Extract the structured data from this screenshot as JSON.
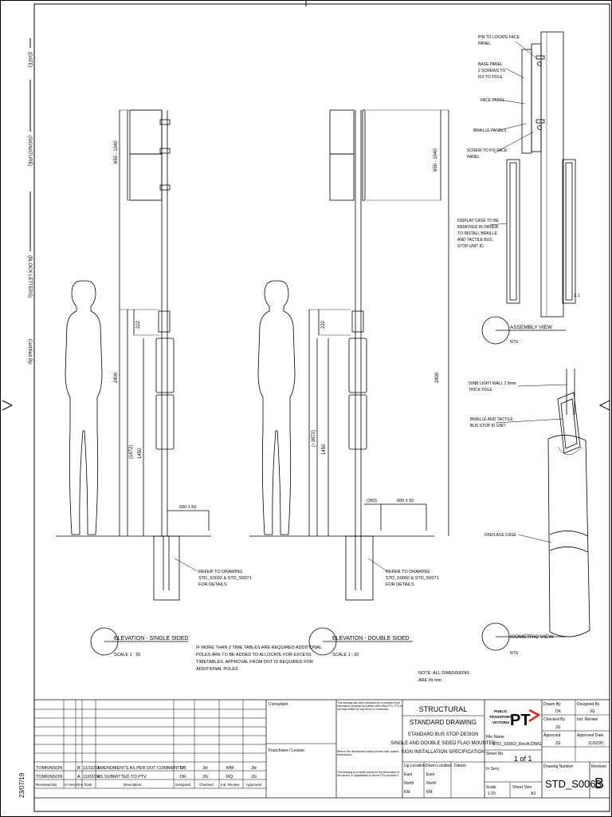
{
  "margin": {
    "date_label": "(DATE)",
    "signature_label": "(SIGNATURE)",
    "block_letters_label": "(BLOCK LETTERS)",
    "certified_by": "Certified By:",
    "date_stamp": "23/07/19"
  },
  "elevation_single": {
    "dim_top": "650 - 1040",
    "dim_total": "2400",
    "dim_222": "222",
    "dim_1672": "(1672)",
    "dim_1450": "1450",
    "dim_600": "600 ± 50",
    "refer_1": "REFER TO DRAWING",
    "refer_2": "STD_S0032 & STD_S0071",
    "refer_3": "FOR DETAILS",
    "title": "ELEVATION - SINGLE SIDED",
    "scale": "SCALE 1 : 20"
  },
  "elevation_double": {
    "dim_top": "650 - 1040",
    "dim_total": "2400",
    "dim_222": "222",
    "dim_1672": "(~1672)",
    "dim_1450": "1450",
    "dim_260": "(260)",
    "dim_600": "600 ± 50",
    "refer_1": "REFER TO DRAWING",
    "refer_2": "STD_S0060 & STD_S0071",
    "refer_3": "FOR DETAILS",
    "title": "ELEVATION - DOUBLE SIDED",
    "scale": "SCALE 1 : 20"
  },
  "assembly": {
    "pin": [
      "PIN TO LOCATE FACE",
      "PANEL"
    ],
    "base_panel": [
      "BASE PANEL",
      "2 SCREWS TO",
      "FIX TO POLE"
    ],
    "face_panel": "FACE PANEL",
    "braille_panels": "BRAILLE PANELS",
    "screw": [
      "SCREW TO FIX FACE",
      "PANEL"
    ],
    "display_case": [
      "DISPLAY CASE TO BE",
      "REMOVED IN ORDER",
      "TO INSTALL BRAILLE",
      "AND TACTILE BUS",
      "STOP UNIT ID"
    ],
    "x1": "X 1",
    "title": "ASSEMBLY VIEW",
    "nts": "NTS"
  },
  "isometric": {
    "pole": [
      "50NB LIGHT WALL 2.9mm",
      "THICK POLE"
    ],
    "braille": [
      "BRAILLE AND TACTILE",
      "BUS STOP ID UNIT"
    ],
    "display_case": "DISPLACE CASE",
    "title": "ISOMETRIC VIEW",
    "nts": "NTS"
  },
  "notes": {
    "additional": [
      "IF MORE THAN 2 TIME TABLES ARE REQUIRED ADDITIONAL",
      "POLES ARE TO BE ADDED TO ALLOCATE FOR EXCESS",
      "TIMETABLES. APPROVAL FROM DOT IS REQUIRED FOR",
      "ADDITIONAL POLES"
    ],
    "dimensions": [
      "NOTE: ALL DIMENSIONS",
      "ARE IN mm"
    ]
  },
  "title_block": {
    "rows": [
      {
        "name": "TOMKINSON",
        "rev": "B",
        "date": "11/10/21",
        "desc": "AMENDMENTS AS PER DOT COMMENTS",
        "designed": "DB",
        "checked": "JH",
        "ind_review": "MM",
        "approved": "JH"
      },
      {
        "name": "TOMKINSON",
        "rev": "A",
        "date": "11/02/20",
        "desc": "AS SUBMITTED TO PTV",
        "designed": "DK",
        "checked": "JG",
        "ind_review": "RQ",
        "approved": "JG"
      }
    ],
    "headers": [
      "Reviewed By",
      "In Serv.",
      "Rev.",
      "Date",
      "Description",
      "Designed",
      "Checked",
      "Ind. Review",
      "Approved"
    ],
    "consultant": "Consultant",
    "franchisee": "Franchisee / Lessee",
    "disclaimer_a": "This drawing has been prepared by or provided from information provided by parties other than PTV. PTV is not responsible for any errors or omissions.",
    "disclaimer_b": "Where the dimensions below prevail over scaled dimensions.",
    "disclaimer_c": "This drawing is provided solely for the information of the person or organisation to whom PTV provides it.",
    "structural": "STRUCTURAL",
    "standard_drawing": "STANDARD DRAWING",
    "design_1": "STANDARD BUS STOP DESIGN",
    "design_2": "SINGLE AND DOUBLE SIDED FLAG MOUNTED",
    "design_3": "SIGN INSTALLATION SPECIFICATION",
    "up_location": "Up Location",
    "down_location": "Down Location",
    "datum": "Datum",
    "east": "East",
    "north": "North",
    "km": "KM",
    "logo_text": [
      "PUBLIC",
      "TRANSPORT",
      "VICTORIA"
    ],
    "logo_mark": "PT",
    "drawn_by_label": "Drawn By",
    "drawn_by": "DK",
    "designed_by_label": "Designed By",
    "designed_by": "JG",
    "checked_by_label": "Checked By",
    "checked_by": "JG",
    "ind_review_label": "Ind. Review",
    "approved_label": "Approved",
    "approved": "JG",
    "approved_date_label": "Approved Date",
    "approved_date": "11/02/20",
    "file_name_label": "File Name",
    "file_name": "STD_S0063_RevA.DWG",
    "sheet_no_label": "Sheet No.",
    "sheet_no": "1 of 1",
    "in_serv_label": "In Serv.",
    "drawing_number_label": "Drawing Number",
    "drawing_number": "STD_S0063",
    "revision_label": "Revision",
    "revision": "B",
    "scale_label": "Scale",
    "scale": "1:20",
    "sheet_size_label": "Sheet Size",
    "sheet_size": "A3"
  }
}
